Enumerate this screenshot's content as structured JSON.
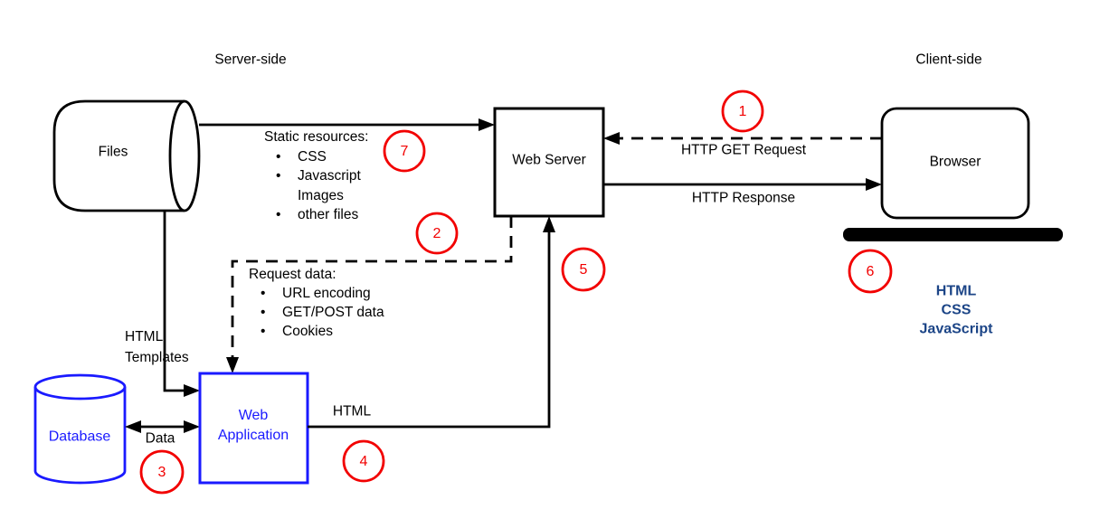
{
  "labels": {
    "server_side": "Server-side",
    "client_side": "Client-side"
  },
  "nodes": {
    "files": "Files",
    "web_server": "Web Server",
    "browser": "Browser",
    "database": "Database",
    "web_application": [
      "Web",
      "Application"
    ]
  },
  "edges": {
    "http_get_request": "HTTP GET Request",
    "http_response": "HTTP Response",
    "html_templates": [
      "HTML",
      "Templates"
    ],
    "data": "Data",
    "html": "HTML"
  },
  "lists": {
    "static_resources": {
      "title": "Static resources:",
      "items": [
        {
          "bullet": "•",
          "label": "CSS"
        },
        {
          "bullet": "•",
          "label": "Javascript"
        },
        {
          "bullet": "",
          "label": "Images"
        },
        {
          "bullet": "•",
          "label": "other files"
        }
      ]
    },
    "request_data": {
      "title": "Request data:",
      "items": [
        {
          "bullet": "•",
          "label": "URL encoding"
        },
        {
          "bullet": "•",
          "label": "GET/POST data"
        },
        {
          "bullet": "•",
          "label": "Cookies"
        }
      ]
    }
  },
  "client_tech": [
    "HTML",
    "CSS",
    "JavaScript"
  ],
  "steps": [
    "1",
    "2",
    "3",
    "4",
    "5",
    "6",
    "7"
  ],
  "colors": {
    "line_black": "#000000",
    "diagram_blue": "#1a1aff",
    "client_tech_navy": "#1c4587",
    "step_red": "#f20000"
  }
}
